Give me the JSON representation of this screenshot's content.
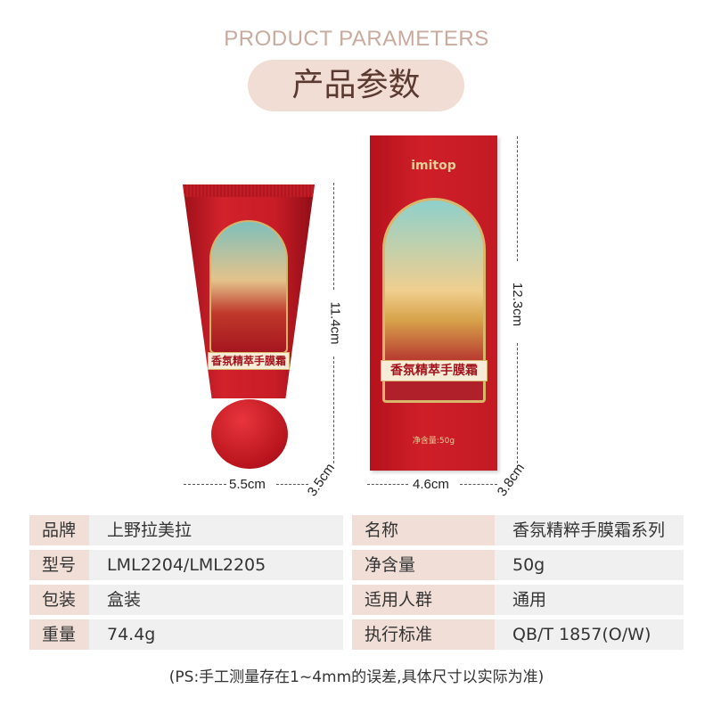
{
  "header": {
    "en_title": "PRODUCT PARAMETERS",
    "cn_title": "产品参数"
  },
  "product": {
    "brand_logo": "imitop",
    "tube_label": "香氛精萃手膜霜",
    "box_label": "香氛精萃手膜霜",
    "box_net": "净含量:50g"
  },
  "dimensions": {
    "tube_height": "11.4cm",
    "tube_width": "5.5cm",
    "cap_size": "3.5cm",
    "box_height": "12.3cm",
    "box_width": "4.6cm",
    "box_depth": "3.8cm"
  },
  "table": [
    {
      "l1": "品牌",
      "v1": "上野拉美拉",
      "l2": "名称",
      "v2": "香氛精粹手膜霜系列"
    },
    {
      "l1": "型号",
      "v1": "LML2204/LML2205",
      "l2": "净含量",
      "v2": "50g"
    },
    {
      "l1": "包装",
      "v1": "盒装",
      "l2": "适用人群",
      "v2": "通用"
    },
    {
      "l1": "重量",
      "v1": "74.4g",
      "l2": "执行标准",
      "v2": "QB/T 1857(O/W)"
    }
  ],
  "note": "(PS:手工测量存在1~4mm的误差,具体尺寸以实际为准)"
}
